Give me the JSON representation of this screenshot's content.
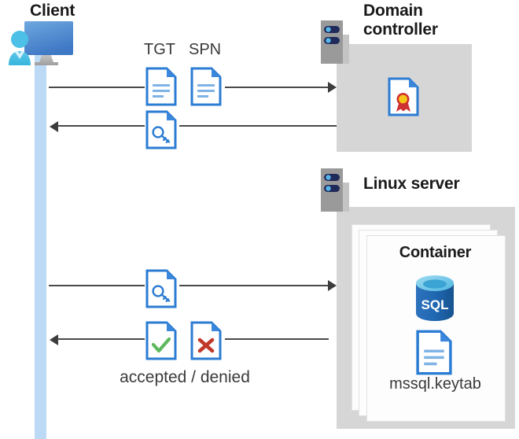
{
  "diagram": {
    "title_client": "Client",
    "title_domain_controller": "Domain\ncontroller",
    "title_linux_server": "Linux server",
    "title_container": "Container",
    "label_tgt": "TGT",
    "label_spn": "SPN",
    "label_keytab": "mssql.keytab",
    "label_result": "accepted / denied",
    "sql_badge": "SQL",
    "icons": {
      "client": "client-computer-user-icon",
      "server_dc": "server-rack-icon",
      "server_linux": "server-rack-icon",
      "doc_tgt": "document-text-icon",
      "doc_spn": "document-text-icon",
      "doc_ticket": "document-key-icon",
      "doc_ticket_2": "document-key-icon",
      "doc_certificate": "document-certificate-icon",
      "doc_accepted": "document-check-icon",
      "doc_denied": "document-cross-icon",
      "doc_keytab": "document-text-icon",
      "sql_db": "sql-database-icon"
    },
    "colors": {
      "panel_gray": "#d6d6d6",
      "server_gray": "#9a9a9a",
      "lifeline_blue": "#bcd9f5",
      "doc_blue": "#2b7cd3",
      "doc_fold_blue": "#3a87db",
      "accent_blue": "#1f6fc4",
      "sql_blue": "#1d65ae",
      "check_green": "#5cb85c",
      "cross_red": "#c0392b",
      "cert_yellow": "#f5c518",
      "cert_red": "#cf3030",
      "arrow_gray": "#3c3c3c",
      "text_dark": "#1a1a1a",
      "text_mid": "#3a3a3a"
    },
    "flows": [
      {
        "name": "client-to-dc-request",
        "direction": "right",
        "carries": [
          "TGT",
          "SPN"
        ]
      },
      {
        "name": "dc-to-client-ticket",
        "direction": "left",
        "carries": [
          "service-ticket"
        ]
      },
      {
        "name": "client-to-server-auth",
        "direction": "right",
        "carries": [
          "service-ticket"
        ]
      },
      {
        "name": "server-to-client-result",
        "direction": "left",
        "carries": [
          "accepted / denied"
        ]
      }
    ]
  }
}
